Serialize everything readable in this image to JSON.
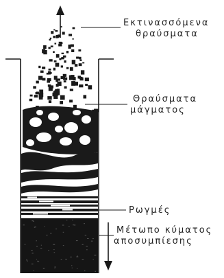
{
  "labels": {
    "ejected_fragments_line1": "Εκτινασσόμενα",
    "ejected_fragments_line2": "θραύσματα",
    "magma_fragments_line1": "Θραύσματα",
    "magma_fragments_line2": "μάγματος",
    "cracks": "Ρωγμές",
    "decompression_front_line1": "Μέτωπο κύματος",
    "decompression_front_line2": "αποσυμπίεσης"
  },
  "colors": {
    "ink": "#1a1a1a",
    "background": "#ffffff"
  },
  "icons": [
    "arrow-up-icon",
    "arrow-down-icon"
  ]
}
